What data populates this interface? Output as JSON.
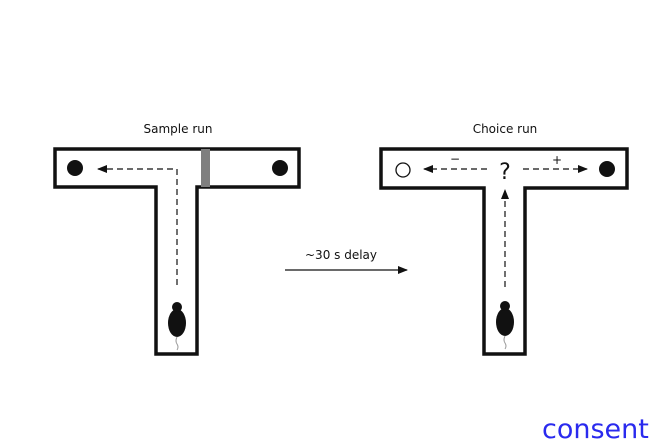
{
  "sample_run": {
    "title": "Sample run"
  },
  "choice_run": {
    "title": "Choice run",
    "minus_label": "−",
    "plus_label": "+",
    "question_label": "?"
  },
  "delay": {
    "label": "~30 s delay"
  },
  "consent_link": "consent",
  "colors": {
    "door": "#7f7f7f",
    "link": "#2a2aee"
  }
}
